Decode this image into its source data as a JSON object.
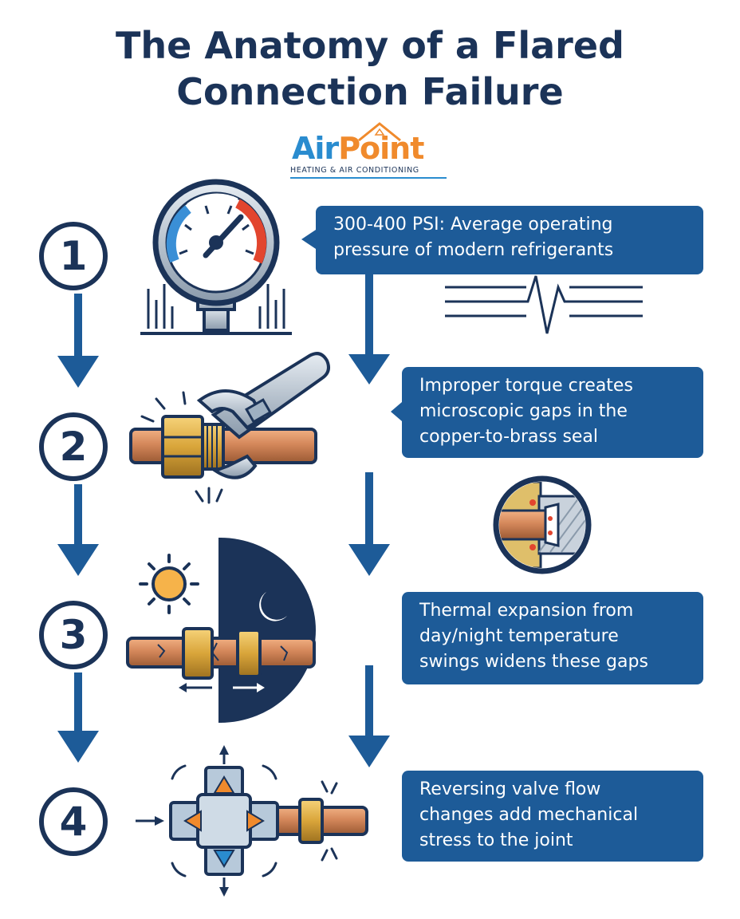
{
  "title": "The Anatomy of a Flared Connection Failure",
  "logo": {
    "word_part1": "Air",
    "word_part2": "Point",
    "tagline": "HEATING & AIR CONDITIONING"
  },
  "steps": [
    {
      "number": "1",
      "callout_lines": [
        "300-400 PSI: Average operating",
        "pressure of modern refrigerants"
      ],
      "icon": "pressure-gauge-icon"
    },
    {
      "number": "2",
      "callout_lines": [
        "Improper torque creates",
        "microscopic gaps in the",
        "copper-to-brass seal"
      ],
      "icon": "wrench-on-fitting-icon"
    },
    {
      "number": "3",
      "callout_lines": [
        "Thermal expansion from",
        "day/night temperature",
        "swings widens these gaps"
      ],
      "icon": "day-night-thermal-icon"
    },
    {
      "number": "4",
      "callout_lines": [
        "Reversing valve flow",
        "changes add mechanical",
        "stress to the joint"
      ],
      "icon": "reversing-valve-icon"
    }
  ],
  "colors": {
    "navy": "#1b3358",
    "blue": "#1d5b98",
    "copper": "#c97b4a",
    "brass": "#d9a53a",
    "orange": "#f08a2c",
    "sky": "#2a8ccf"
  }
}
